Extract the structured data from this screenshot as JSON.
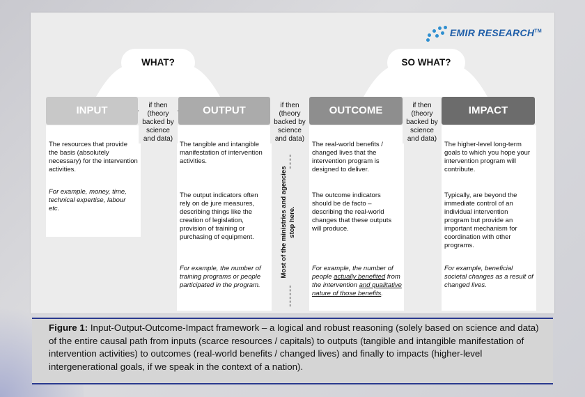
{
  "logo": {
    "name": "EMIR RESEARCH",
    "tm": "TM"
  },
  "questions": {
    "what": "WHAT?",
    "so_what": "SO WHAT?"
  },
  "boxes": [
    {
      "label": "INPUT",
      "color": "#c8c8c8"
    },
    {
      "label": "OUTPUT",
      "color": "#ababab"
    },
    {
      "label": "OUTCOME",
      "color": "#8e8e8e"
    },
    {
      "label": "IMPACT",
      "color": "#6c6c6c"
    }
  ],
  "ifthen": [
    "if then\n(theory\nbacked by\nscience\nand data)",
    "if then\n(theory\nbacked by\nscience\nand data)",
    "if then\n(theory\nbacked by\nscience\nand data)"
  ],
  "columns": {
    "input": {
      "definition": "The resources that provide the basis (absolutely necessary) for the intervention activities.",
      "example": "For example, money, time, technical expertise, labour etc."
    },
    "output": {
      "definition": "The tangible and intangible manifestation of intervention activities.",
      "indicators": "The output indicators often rely on de jure measures, describing things like the creation of legislation, provision of training or purchasing of equipment.",
      "example": "For example, the number of training programs or people participated in the program."
    },
    "outcome": {
      "definition": "The real-world benefits / changed lives that the intervention program is designed to deliver.",
      "indicators": "The outcome indicators should be de facto – describing the real-world changes that these outputs will produce.",
      "example_a": "For example, the number of people ",
      "example_u1": "actually benefited",
      "example_b": " from the intervention ",
      "example_u2": "and qualitative nature of those benefits",
      "example_c": "."
    },
    "impact": {
      "definition": "The higher-level long-term goals to which you hope your intervention program will contribute.",
      "indicators": "Typically, are beyond the immediate control of an individual intervention program but provide an important  mechanism for coordination with other programs.",
      "example": "For example, beneficial societal changes as a result of changed lives."
    }
  },
  "vertical_note": "Most of the ministries and agencies\nstop here.",
  "caption": {
    "label": "Figure 1:",
    "text": " Input-Output-Outcome-Impact framework – a logical and robust reasoning (solely based on science and data) of the entire causal path from inputs (scarce resources / capitals) to outputs (tangible and intangible manifestation of intervention activities) to outcomes (real-world benefits / changed lives) and finally to impacts (higher-level intergenerational goals, if we speak in the context of a nation)."
  }
}
